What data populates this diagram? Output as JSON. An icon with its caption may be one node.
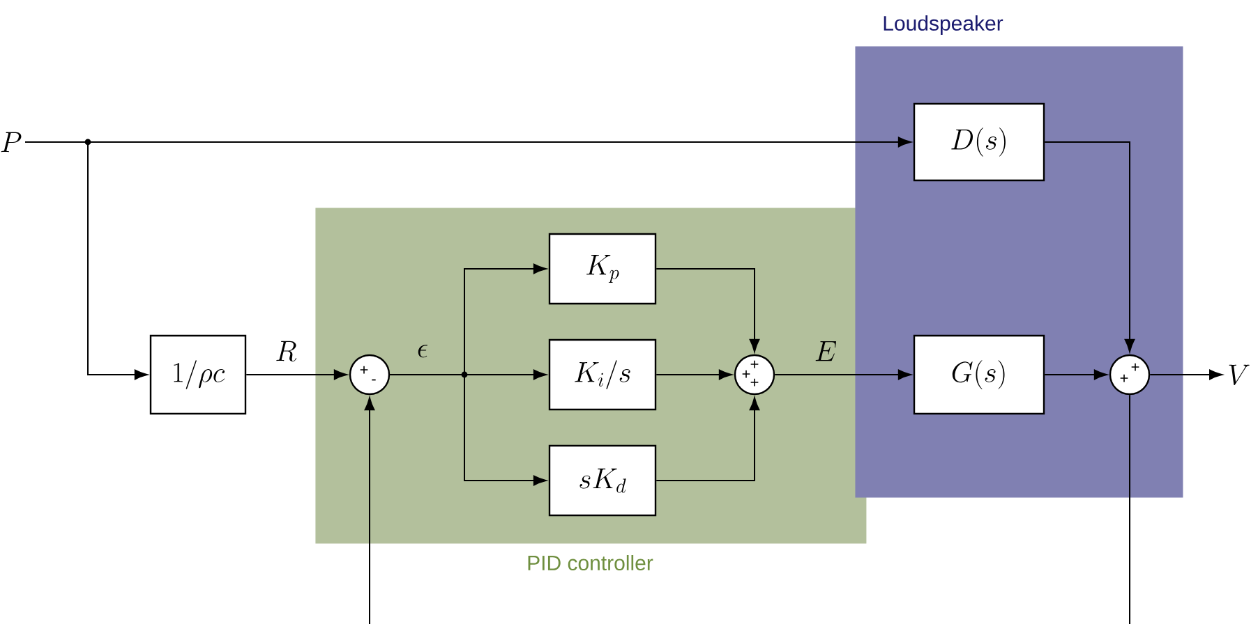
{
  "diagram": {
    "nodes": [
      {
        "text": [
          "PID controller"
        ]
      },
      {
        "text": [
          "Loudspeaker"
        ]
      },
      {
        "text": [
          "P"
        ]
      },
      {
        "text": [
          "1/\\rho c"
        ]
      },
      {
        "text": [
          "+",
          "-"
        ],
        "in": 0
      },
      {
        "text": [
          "K_p"
        ],
        "in": 0
      },
      {
        "text": [
          "K_i/s"
        ],
        "in": 0
      },
      {
        "text": [
          "sK_d"
        ],
        "in": 0
      },
      {
        "text": [
          "+",
          "+",
          "+"
        ],
        "in": 0
      },
      {
        "text": [
          "D(s)"
        ],
        "in": 1
      },
      {
        "text": [
          "G(s)"
        ],
        "in": 1
      },
      {
        "text": [
          "+",
          "+"
        ],
        "in": 1
      },
      {
        "text": [
          "V"
        ]
      }
    ],
    "edges": [
      {
        "from": 2,
        "to": 3,
        "arrow": "to"
      },
      {
        "from": 2,
        "to": 9,
        "arrow": "to"
      },
      {
        "from": 3,
        "to": 4,
        "arrow": "to",
        "label": "R"
      },
      {
        "from": 4,
        "to": 5,
        "arrow": "to"
      },
      {
        "from": 4,
        "to": 6,
        "arrow": "to",
        "label": "\\epsilon"
      },
      {
        "from": 4,
        "to": 7,
        "arrow": "to"
      },
      {
        "from": 5,
        "to": 8,
        "arrow": "to"
      },
      {
        "from": 6,
        "to": 8,
        "arrow": "to"
      },
      {
        "from": 7,
        "to": 8,
        "arrow": "to"
      },
      {
        "from": 8,
        "to": 10,
        "arrow": "to",
        "label": "E"
      },
      {
        "from": 9,
        "to": 11,
        "arrow": "to"
      },
      {
        "from": 10,
        "to": 11,
        "arrow": "to"
      },
      {
        "from": 11,
        "to": 12,
        "arrow": "to"
      },
      {
        "from": null,
        "to": 4,
        "arrow": "to"
      },
      {
        "from": 11,
        "to": null,
        "arrow": "none"
      }
    ]
  }
}
